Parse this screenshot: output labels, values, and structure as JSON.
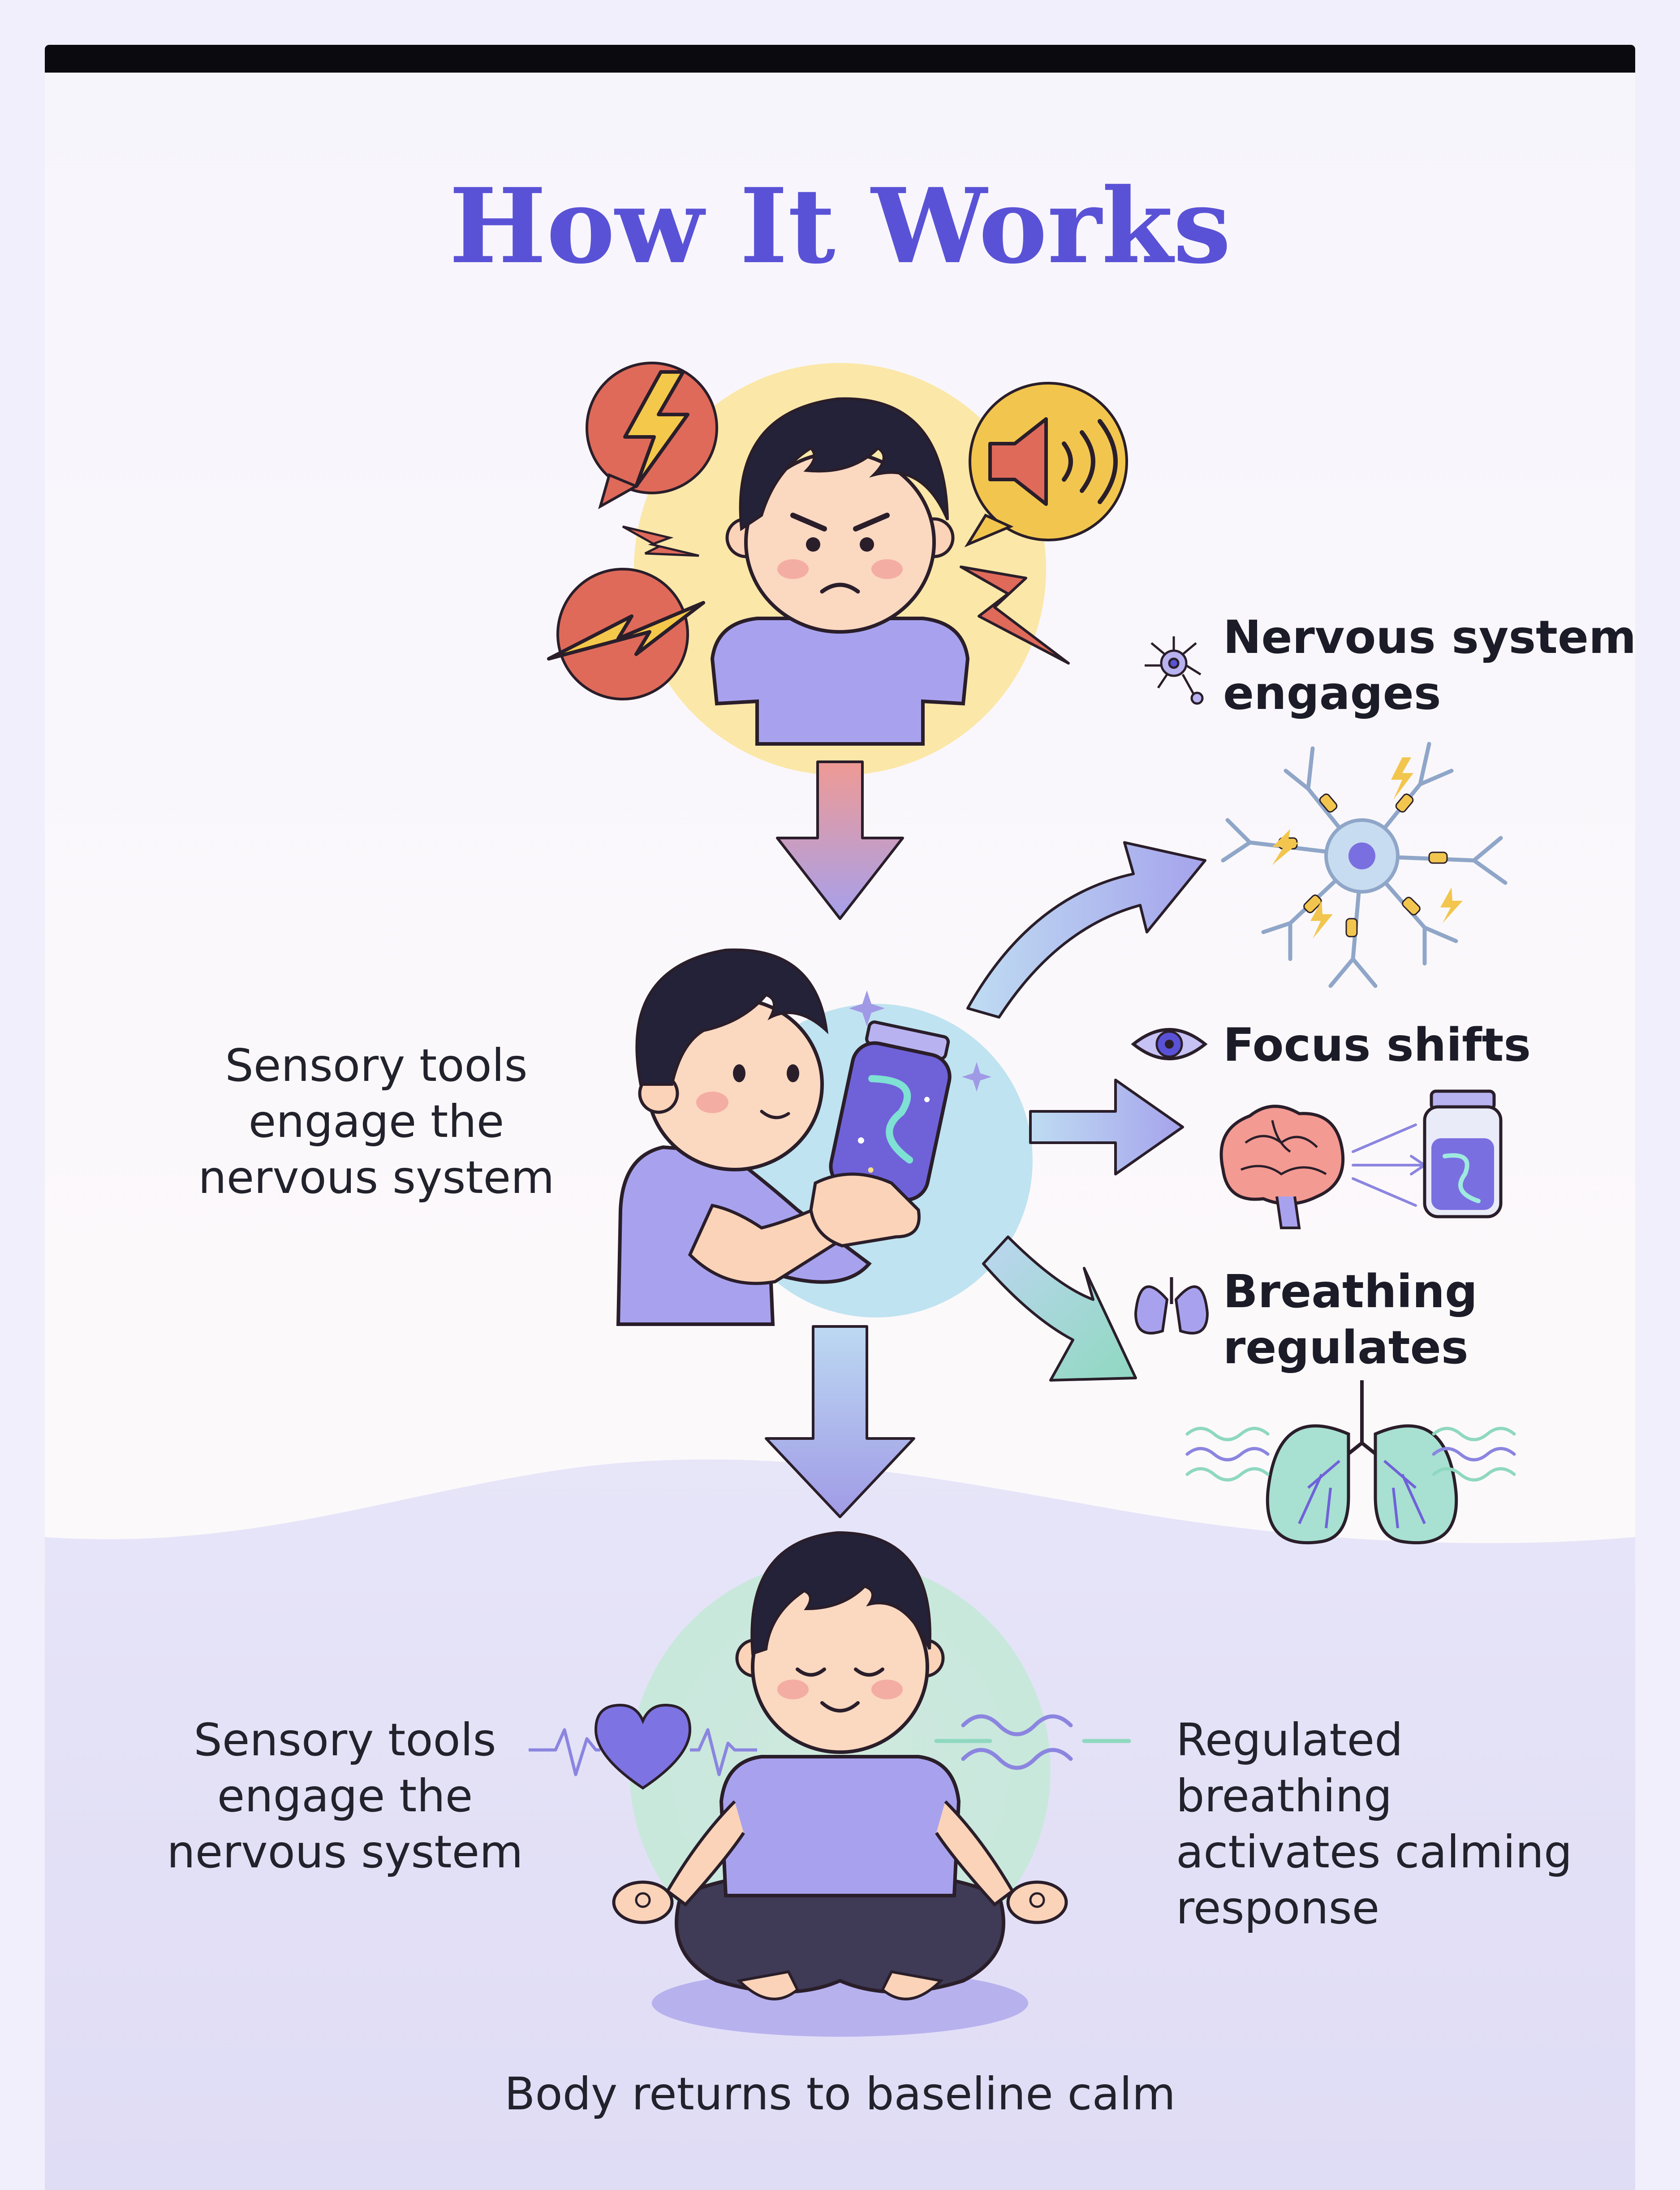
{
  "title": "How It Works",
  "colors": {
    "accent": "#5a52d6",
    "stress_red": "#df6a5a",
    "stress_yellow": "#f2c64e",
    "calm_teal": "#9edcc8",
    "shirt_purple": "#a8a2ee",
    "sky_blue": "#bfe3f0"
  },
  "icons": {
    "lightning": "lightning-bolt-icon",
    "speaker": "speaker-volume-icon",
    "neuron": "neuron-icon",
    "eye": "eye-icon",
    "lungs": "lungs-icon",
    "heart": "heart-icon",
    "brain": "brain-icon",
    "jar": "sensory-jar-icon"
  },
  "labels": {
    "nervous_system": [
      "Nervous system",
      "engages"
    ],
    "focus": [
      "Focus shifts"
    ],
    "breathing": [
      "Breathing",
      "regulates"
    ],
    "middle_left": [
      "Sensory tools",
      "engage the",
      "nervous system"
    ],
    "bottom_left": [
      "Sensory tools",
      "engage the",
      "nervous system"
    ],
    "bottom_right": [
      "Regulated",
      "breathing",
      "activates calming",
      "response"
    ],
    "caption": "Body returns to baseline calm"
  }
}
